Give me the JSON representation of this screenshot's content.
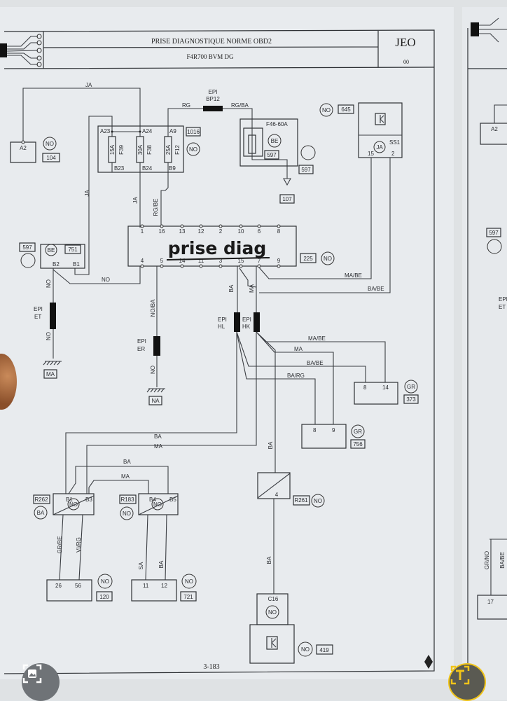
{
  "header": {
    "title": "PRISE DIAGNOSTIQUE NORME OBD2",
    "subtitle": "F4R700 BVM DG",
    "code": "JEO",
    "revision": "00"
  },
  "annotation": "prise diag",
  "page_number": "3-183",
  "components": {
    "c104": {
      "pin": "A2",
      "color": "NO",
      "ref": "104"
    },
    "fusebox": {
      "ref": "1016",
      "color": "NO",
      "top_pins": [
        "A23",
        "A24",
        "A9"
      ],
      "bottom_pins": [
        "B23",
        "B24",
        "B9"
      ],
      "fuses": [
        {
          "rating": "15A",
          "name": "F39"
        },
        {
          "rating": "30A",
          "name": "F38"
        },
        {
          "rating": "25A",
          "name": "F12"
        }
      ]
    },
    "f46": {
      "name": "F46-60A",
      "color": "BE",
      "ref_inner": "597",
      "ref_outer": "597",
      "ground_ref": "107"
    },
    "ss1": {
      "color_pre": "NO",
      "ref": "645",
      "name": "SS1",
      "color": "JA",
      "pins": [
        "15",
        "2"
      ]
    },
    "obd": {
      "ref": "225",
      "color": "NO",
      "top_pins": [
        "1",
        "16",
        "13",
        "12",
        "2",
        "10",
        "6",
        "8"
      ],
      "bottom_pins": [
        "4",
        "5",
        "14",
        "11",
        "3",
        "15",
        "7",
        "9"
      ]
    },
    "c751": {
      "ref_left": "597",
      "color": "BE",
      "ref": "751",
      "pins": [
        "B2",
        "B1"
      ]
    },
    "gnd_ma": "MA",
    "gnd_na": "NA",
    "c373": {
      "pins": [
        "8",
        "14"
      ],
      "color": "GR",
      "ref": "373"
    },
    "c756": {
      "pins": [
        "8",
        "9"
      ],
      "color": "GR",
      "ref": "756"
    },
    "r262": {
      "ref": "R262",
      "color": "BA",
      "inner": "NO",
      "pins": [
        "B1",
        "B3"
      ]
    },
    "r183": {
      "ref": "R183",
      "color": "NO",
      "inner": "NO",
      "pins": [
        "B4",
        "B5"
      ]
    },
    "r261": {
      "ref": "R261",
      "color": "NO",
      "pin": "4"
    },
    "c120": {
      "pins": [
        "26",
        "56"
      ],
      "color": "NO",
      "ref": "120"
    },
    "c721": {
      "pins": [
        "11",
        "12"
      ],
      "color": "NO",
      "ref": "721"
    },
    "c16": {
      "name": "C16",
      "color": "NO"
    },
    "c419": {
      "color": "NO",
      "ref": "419"
    }
  },
  "connectors": {
    "bp12": [
      "EPI",
      "BP12"
    ],
    "et": [
      "EPI",
      "ET"
    ],
    "er": [
      "EPI",
      "ER"
    ],
    "hl": [
      "EPI",
      "HL"
    ],
    "hk": [
      "EPI",
      "HK"
    ]
  },
  "wires": {
    "ja_top": "JA",
    "ja_left": "JA",
    "ja_b24": "JA",
    "rg_be": "RG/BE",
    "rg": "RG",
    "rg_ba": "RG/BA",
    "no_b2_top": "NO",
    "no_b2_bottom": "NO",
    "no_pin4": "NO",
    "no_ba": "NO/BA",
    "no_er": "NO",
    "ba_pin15": "BA",
    "ma_pin7": "MA",
    "ma_be_top": "MA/BE",
    "ba_be_top": "BA/BE",
    "ma_be": "MA/BE",
    "ma": "MA",
    "ba_be": "BA/BE",
    "ba_rg": "BA/RG",
    "ba_long": "BA",
    "ma_long": "MA",
    "ba_mid": "BA",
    "ma_mid": "MA",
    "ba_r261": "BA",
    "ba_c16": "BA",
    "gr_be": "GR/BE",
    "vi_rg": "VI/RG",
    "sa": "SA",
    "ba_721": "BA"
  },
  "next_page": {
    "pin": "A2",
    "ref": "597",
    "conn": [
      "EPI",
      "ET"
    ],
    "wires": [
      "GR/NO",
      "BA/BE"
    ],
    "bottom_pin": "17"
  },
  "viewer": {
    "scan_image_button": "image-scan",
    "text_scan_button": "text-scan"
  }
}
